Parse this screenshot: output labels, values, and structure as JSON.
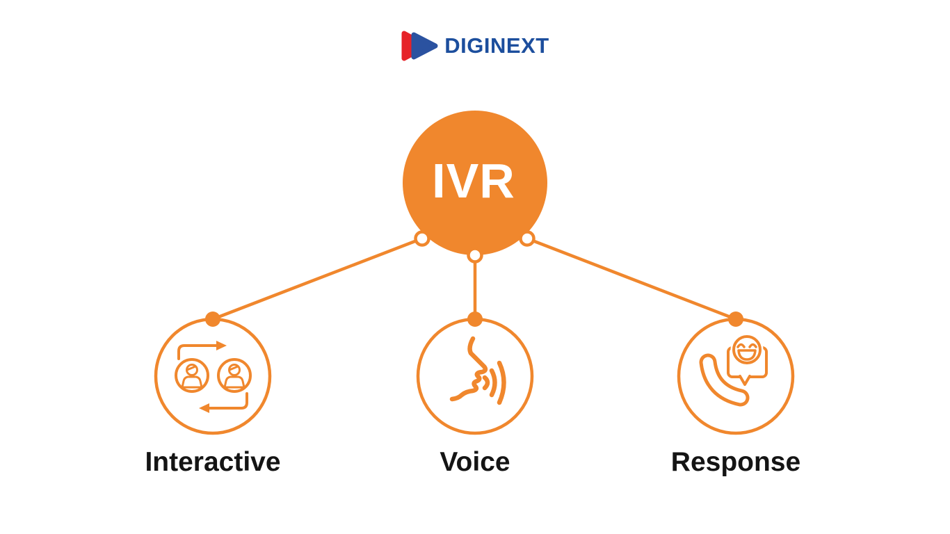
{
  "brand": {
    "logo_text": "DIGINEXT"
  },
  "colors": {
    "accent": "#F0872D",
    "label_ink": "#141414",
    "logo_text_blue": "#1C4E9D",
    "logo_red": "#E62228",
    "logo_blue_triangle": "#2B52A0"
  },
  "root_node": {
    "label": "IVR"
  },
  "nodes": [
    {
      "label": "Interactive",
      "icon": "people-exchange-icon"
    },
    {
      "label": "Voice",
      "icon": "voice-speech-icon"
    },
    {
      "label": "Response",
      "icon": "phone-smiley-icon"
    }
  ]
}
